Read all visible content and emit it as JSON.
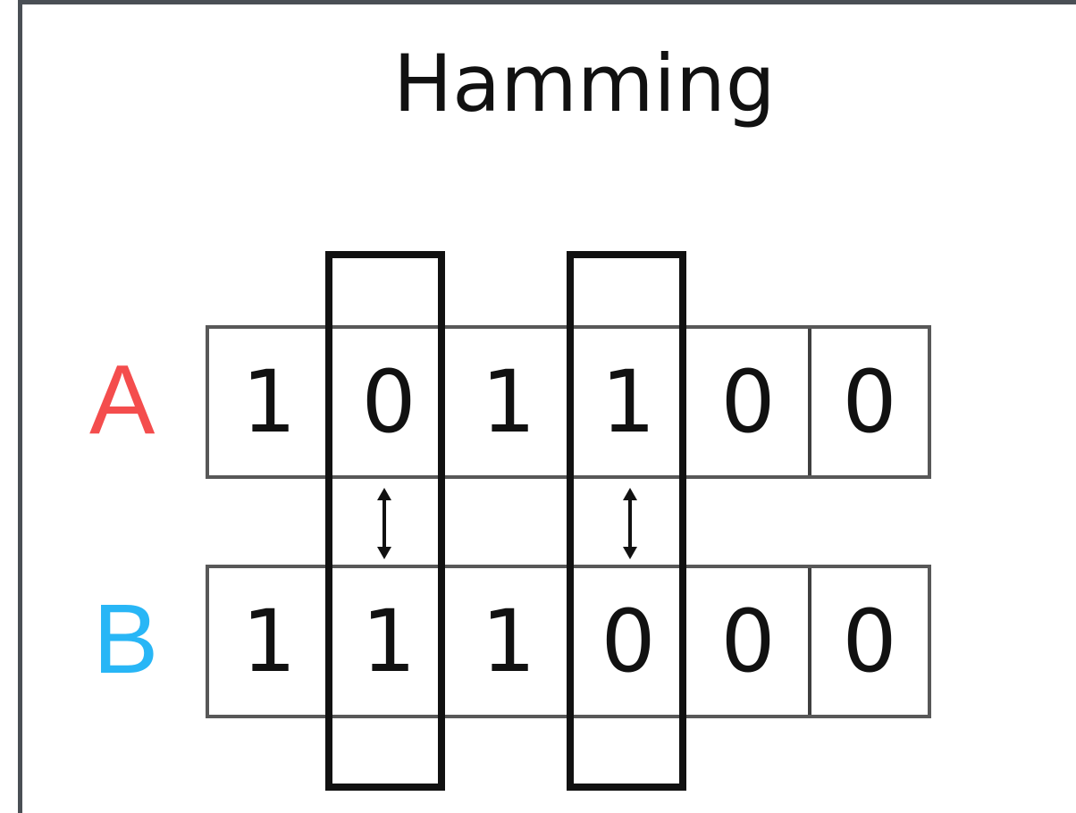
{
  "title": "Hamming",
  "rows": {
    "a": {
      "label": "A",
      "bits": [
        "1",
        "0",
        "1",
        "1",
        "0",
        "0"
      ]
    },
    "b": {
      "label": "B",
      "bits": [
        "1",
        "1",
        "1",
        "0",
        "0",
        "0"
      ]
    }
  },
  "colors": {
    "a": "#f44d4d",
    "b": "#28b6f6",
    "frame": "#4a4f55",
    "highlight": "#111111"
  }
}
